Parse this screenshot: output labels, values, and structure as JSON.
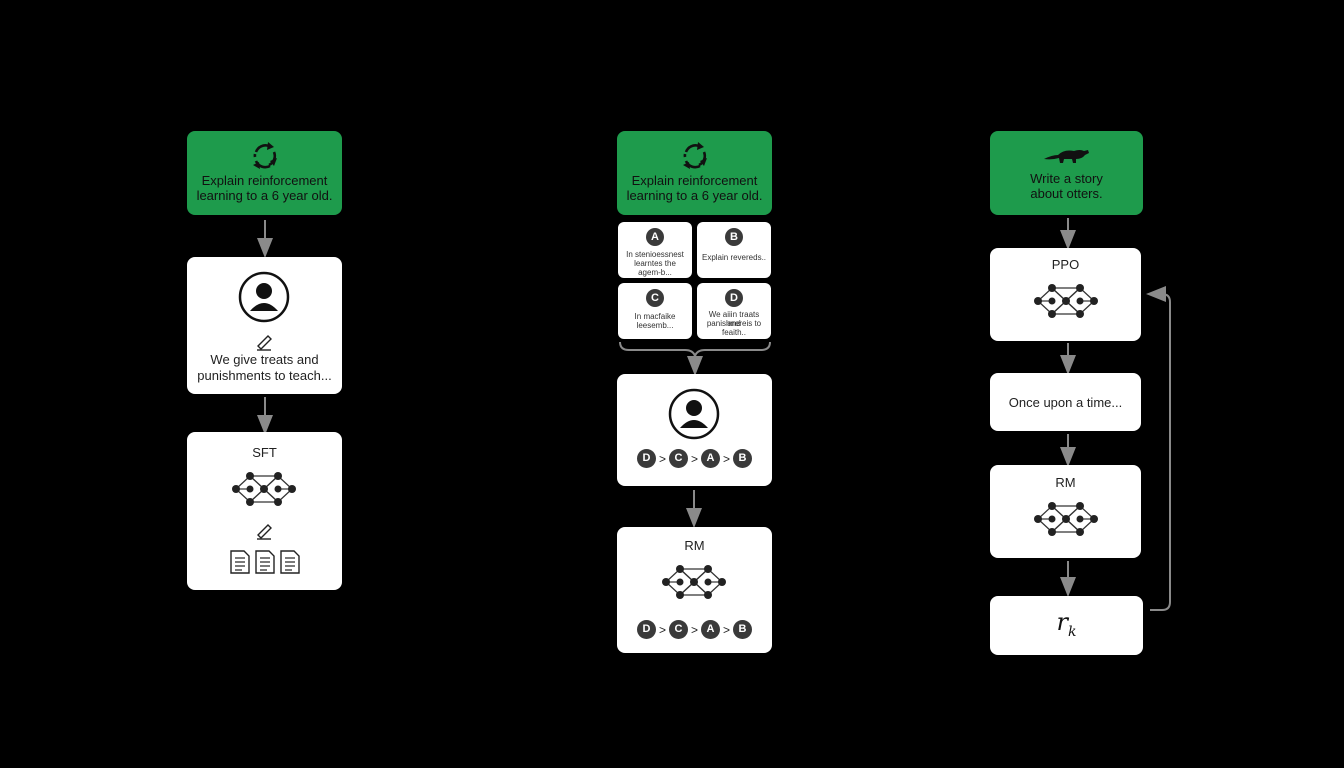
{
  "step1": {
    "prompt": [
      "Explain reinforcement",
      "learning to a 6 year old."
    ],
    "demo_text": [
      "We give treats and",
      "punishments to teach..."
    ],
    "model_label": "SFT"
  },
  "step2": {
    "prompt": [
      "Explain reinforcement",
      "learning to a 6 year old."
    ],
    "candidates": [
      {
        "letter": "A",
        "text": [
          "In stenioessnest",
          "learntes the",
          "agem-b..."
        ]
      },
      {
        "letter": "B",
        "text": [
          "Explain revereds.."
        ]
      },
      {
        "letter": "C",
        "text": [
          "In macfaike",
          "leesemb..."
        ]
      },
      {
        "letter": "D",
        "text": [
          "We aiiin traats and",
          "panishnereis to",
          "feaith.."
        ]
      }
    ],
    "ranking": [
      "D",
      "C",
      "A",
      "B"
    ],
    "ranking_sep": ">",
    "model_label": "RM"
  },
  "step3": {
    "prompt": [
      "Write a story",
      "about otters."
    ],
    "policy_label": "PPO",
    "output_text": "Once upon a time...",
    "rm_label": "RM",
    "reward_symbol": "r",
    "reward_subscript": "k"
  },
  "colors": {
    "green": "#1e9b4c",
    "chip": "#3a3a3a",
    "arrow": "#8a8a8a"
  }
}
